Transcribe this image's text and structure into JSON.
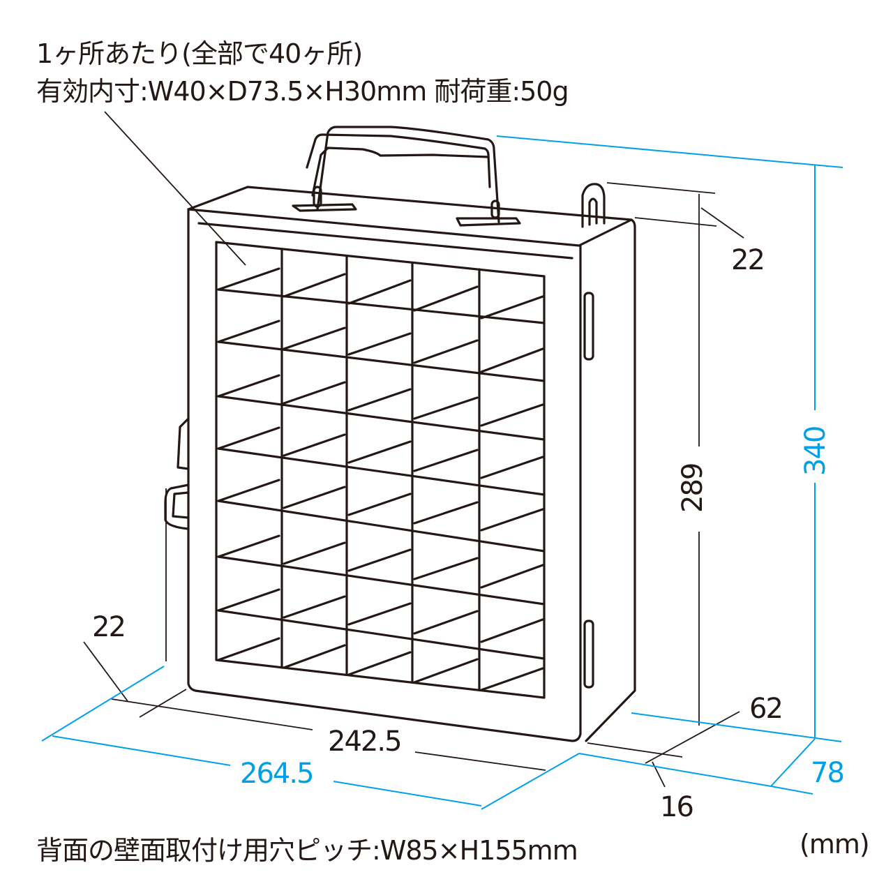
{
  "notes": {
    "compartment_line1": "1ヶ所あたり(全部で40ヶ所)",
    "compartment_line2": "有効内寸:W40×D73.5×H30mm 耐荷重:50g",
    "wall_mount": "背面の壁面取付け用穴ピッチ:W85×H155mm",
    "unit": "(mm)"
  },
  "dimensions": {
    "overall_width": "264.5",
    "inner_width": "242.5",
    "overall_height": "340",
    "body_height": "289",
    "overall_depth": "78",
    "body_depth": "62",
    "handle_hook_height": "22",
    "side_latch_depth": "22",
    "front_lid_depth": "16"
  },
  "grid": {
    "columns": 5,
    "rows": 8,
    "total_compartments": 40
  },
  "colors": {
    "overall_dimension": "#00a0e9",
    "line": "#231815"
  }
}
